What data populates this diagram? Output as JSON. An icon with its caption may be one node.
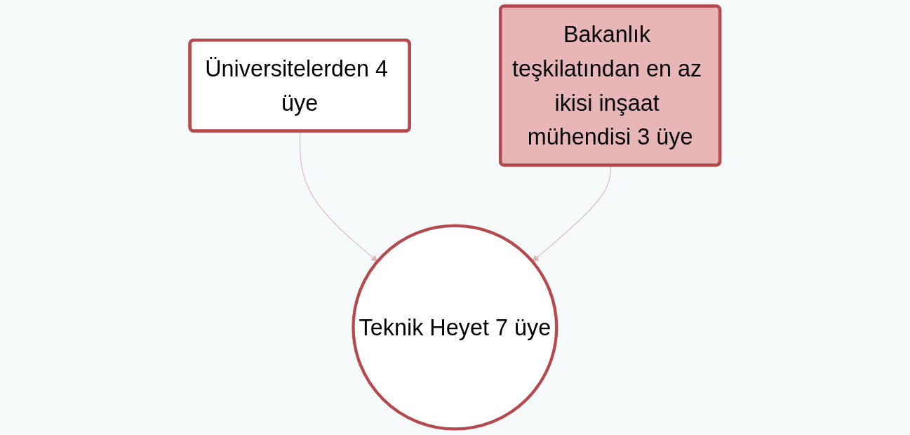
{
  "diagram": {
    "nodes": [
      {
        "text": [
          "Üniversitelerden 4 üye"
        ]
      },
      {
        "text": [
          "Bakanlık teşkilatından en az ikisi inşaat mühendisi 3 üye"
        ]
      },
      {
        "text": [
          "Teknik Heyet 7 üye"
        ]
      }
    ],
    "edges": [
      {
        "from": 0,
        "to": 2,
        "arrow": "to",
        "color": "#dfb3b3"
      },
      {
        "from": 1,
        "to": 2,
        "arrow": "to",
        "color": "#dfb3b3"
      }
    ]
  }
}
